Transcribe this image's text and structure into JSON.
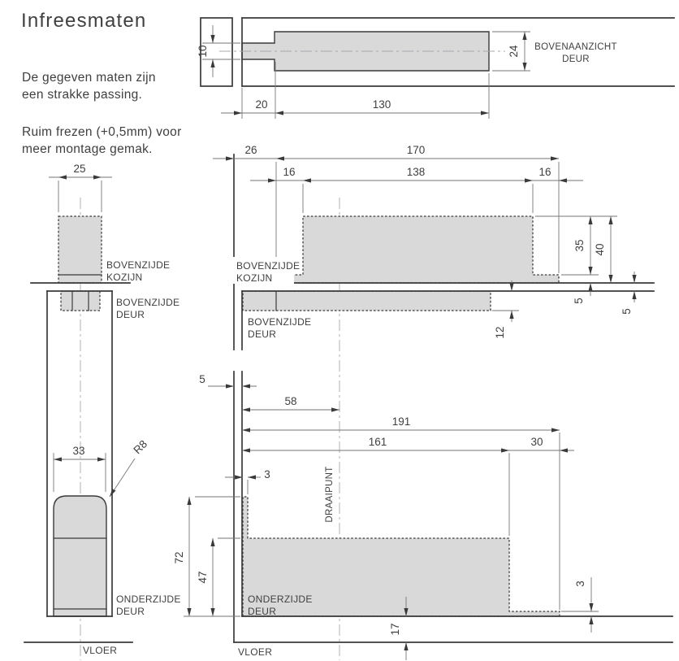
{
  "title": "Infreesmaten",
  "notes": {
    "line1": "De gegeven maten zijn",
    "line2": "een strakke passing.",
    "line3": "Ruim frezen (+0,5mm) voor",
    "line4": "meer montage gemak."
  },
  "colors": {
    "pocket_fill": "#d9d9d9",
    "object_line": "#3a3a3a",
    "dimension_line": "#767676",
    "centerline": "#a8a8b0",
    "text": "#3f3f3f"
  },
  "top_view": {
    "label_line1": "BOVENAANZICHT",
    "label_line2": "DEUR",
    "dim_slot_height": "10",
    "dim_tongue_length": "20",
    "dim_slot_length": "130",
    "dim_slot_width": "24"
  },
  "side_view_top": {
    "dim_kozijn_slot_width": "25",
    "label_kozijn_line1": "BOVENZIJDE",
    "label_kozijn_line2": "KOZIJN",
    "label_deur_line1": "BOVENZIJDE",
    "label_deur_line2": "DEUR"
  },
  "front_view_top": {
    "dim_offset": "26",
    "dim_total": "170",
    "dim_left_lip": "16",
    "dim_center": "138",
    "dim_right_lip": "16",
    "dim_pocket_depth": "35",
    "dim_total_depth": "40",
    "dim_lip_height": "5",
    "dim_gap": "5",
    "dim_door_depth": "12",
    "label_kozijn_line1": "BOVENZIJDE",
    "label_kozijn_line2": "KOZIJN",
    "label_deur_line1": "BOVENZIJDE",
    "label_deur_line2": "DEUR"
  },
  "side_view_bottom": {
    "dim_slot_width": "33",
    "dim_radius": "R8",
    "label_deur_line1": "ONDERZIJDE",
    "label_deur_line2": "DEUR",
    "label_vloer": "VLOER"
  },
  "front_view_bottom": {
    "dim_edge_gap": "5",
    "dim_pivot": "58",
    "dim_total": "191",
    "dim_pocket": "161",
    "dim_end": "30",
    "dim_edge_strip": "3",
    "dim_strip_height": "72",
    "dim_pocket_height": "47",
    "dim_floor_gap": "17",
    "dim_lip_height": "3",
    "label_draaipunt": "DRAAIPUNT",
    "label_deur_line1": "ONDERZIJDE",
    "label_deur_line2": "DEUR",
    "label_vloer": "VLOER"
  }
}
